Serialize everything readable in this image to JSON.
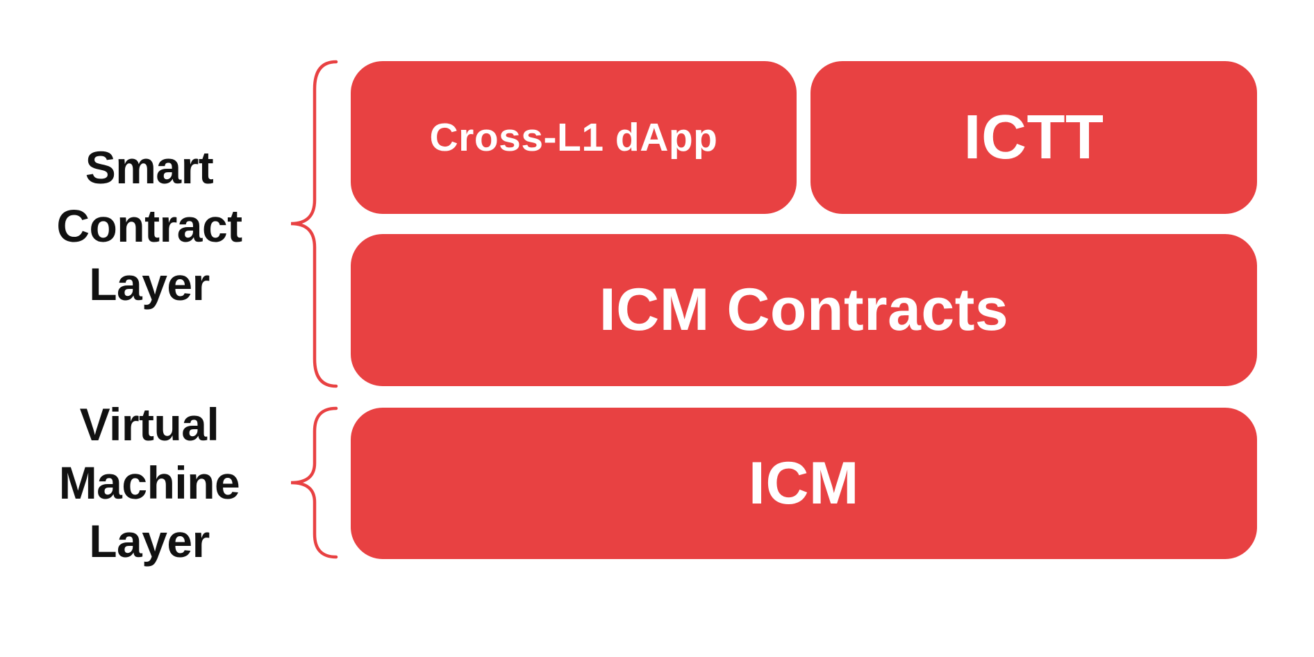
{
  "diagram": {
    "colors": {
      "accent_red": "#E84142",
      "label_black": "#111111",
      "block_text_white": "#ffffff",
      "background": "#ffffff"
    },
    "layers": [
      {
        "label": "Smart Contract Layer",
        "label_lines": [
          "Smart",
          "Contract",
          "Layer"
        ]
      },
      {
        "label": "Virtual Machine Layer",
        "label_lines": [
          "Virtual",
          "Machine",
          "Layer"
        ]
      }
    ],
    "blocks": {
      "cross_l1_dapp": "Cross-L1 dApp",
      "ictt": "ICTT",
      "icm_contracts": "ICM Contracts",
      "icm": "ICM"
    }
  }
}
